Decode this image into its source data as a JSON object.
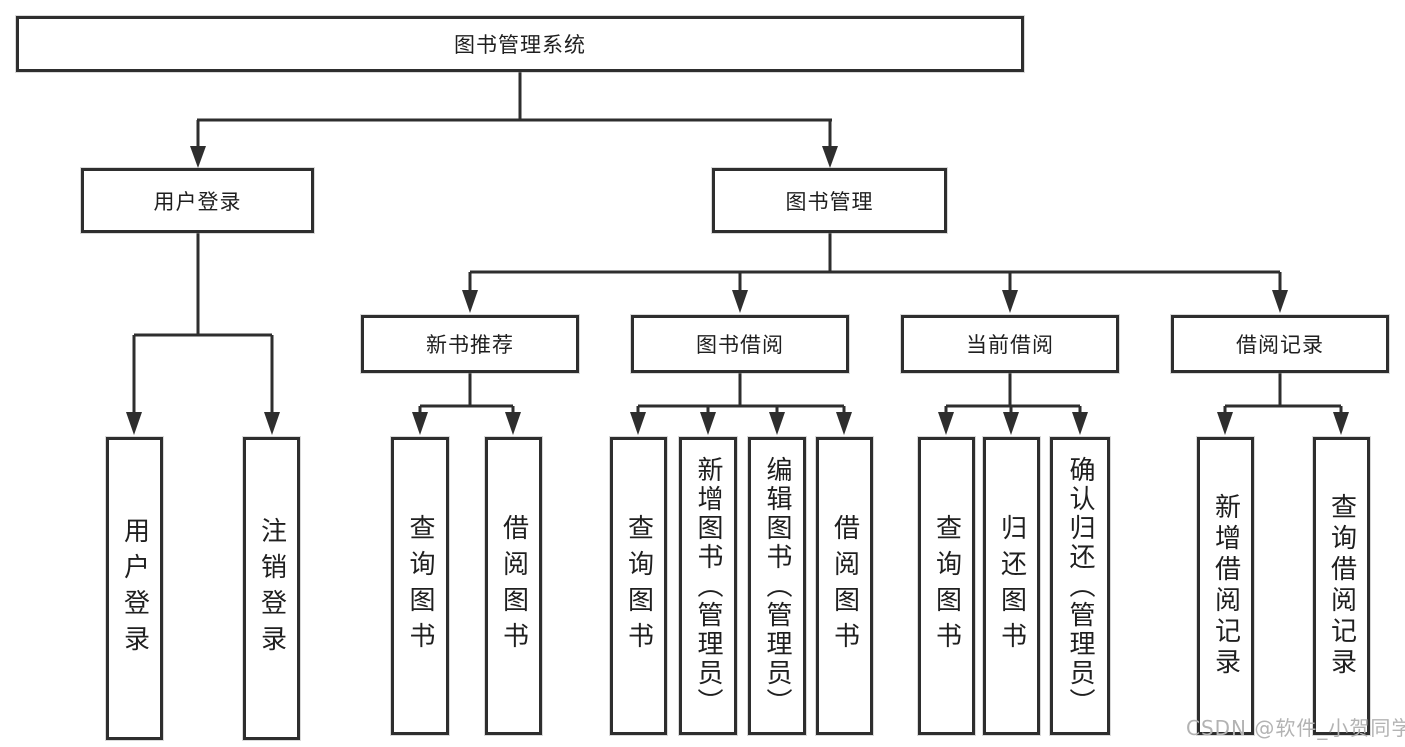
{
  "tree": {
    "label": "图书管理系统",
    "children": [
      {
        "label": "用户登录",
        "children": [
          {
            "label": "用户登录"
          },
          {
            "label": "注销登录"
          }
        ]
      },
      {
        "label": "图书管理",
        "children": [
          {
            "label": "新书推荐",
            "children": [
              {
                "label": "查询图书"
              },
              {
                "label": "借阅图书"
              }
            ]
          },
          {
            "label": "图书借阅",
            "children": [
              {
                "label": "查询图书"
              },
              {
                "label": "新增图书（管理员）"
              },
              {
                "label": "编辑图书（管理员）"
              },
              {
                "label": "借阅图书"
              }
            ]
          },
          {
            "label": "当前借阅",
            "children": [
              {
                "label": "查询图书"
              },
              {
                "label": "归还图书"
              },
              {
                "label": "确认归还（管理员）"
              }
            ]
          },
          {
            "label": "借阅记录",
            "children": [
              {
                "label": "新增借阅记录"
              },
              {
                "label": "查询借阅记录"
              }
            ]
          }
        ]
      }
    ]
  },
  "watermark": "CSDN @软件_小贺同学",
  "colors": {
    "line": "#2e2e2e",
    "text": "#1f1f1f",
    "watermark": "#b3b3b3",
    "background": "#ffffff"
  }
}
